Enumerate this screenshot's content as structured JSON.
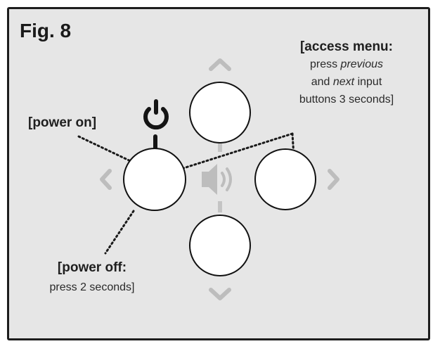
{
  "figure": {
    "title": "Fig. 8"
  },
  "labels": {
    "access_menu": {
      "heading": "[access menu:",
      "line1": "press",
      "line1_italic": "previous",
      "line2_pre": "and",
      "line2_italic": "next",
      "line2_post": "input",
      "line3": "buttons 3 seconds]"
    },
    "power_on": "[power on]",
    "power_off": {
      "heading": "[power off:",
      "line1": "press 2 seconds]"
    }
  },
  "icons": {
    "power": "power-icon",
    "speaker": "speaker-volume-icon",
    "up": "chevron-up-icon",
    "down": "chevron-down-icon",
    "left": "chevron-left-icon",
    "right": "chevron-right-icon"
  },
  "colors": {
    "panel": "#e6e6e6",
    "border": "#1d1d1d",
    "button_fill": "#ffffff",
    "faint_icon": "#bdbdbd",
    "text": "#222222"
  }
}
